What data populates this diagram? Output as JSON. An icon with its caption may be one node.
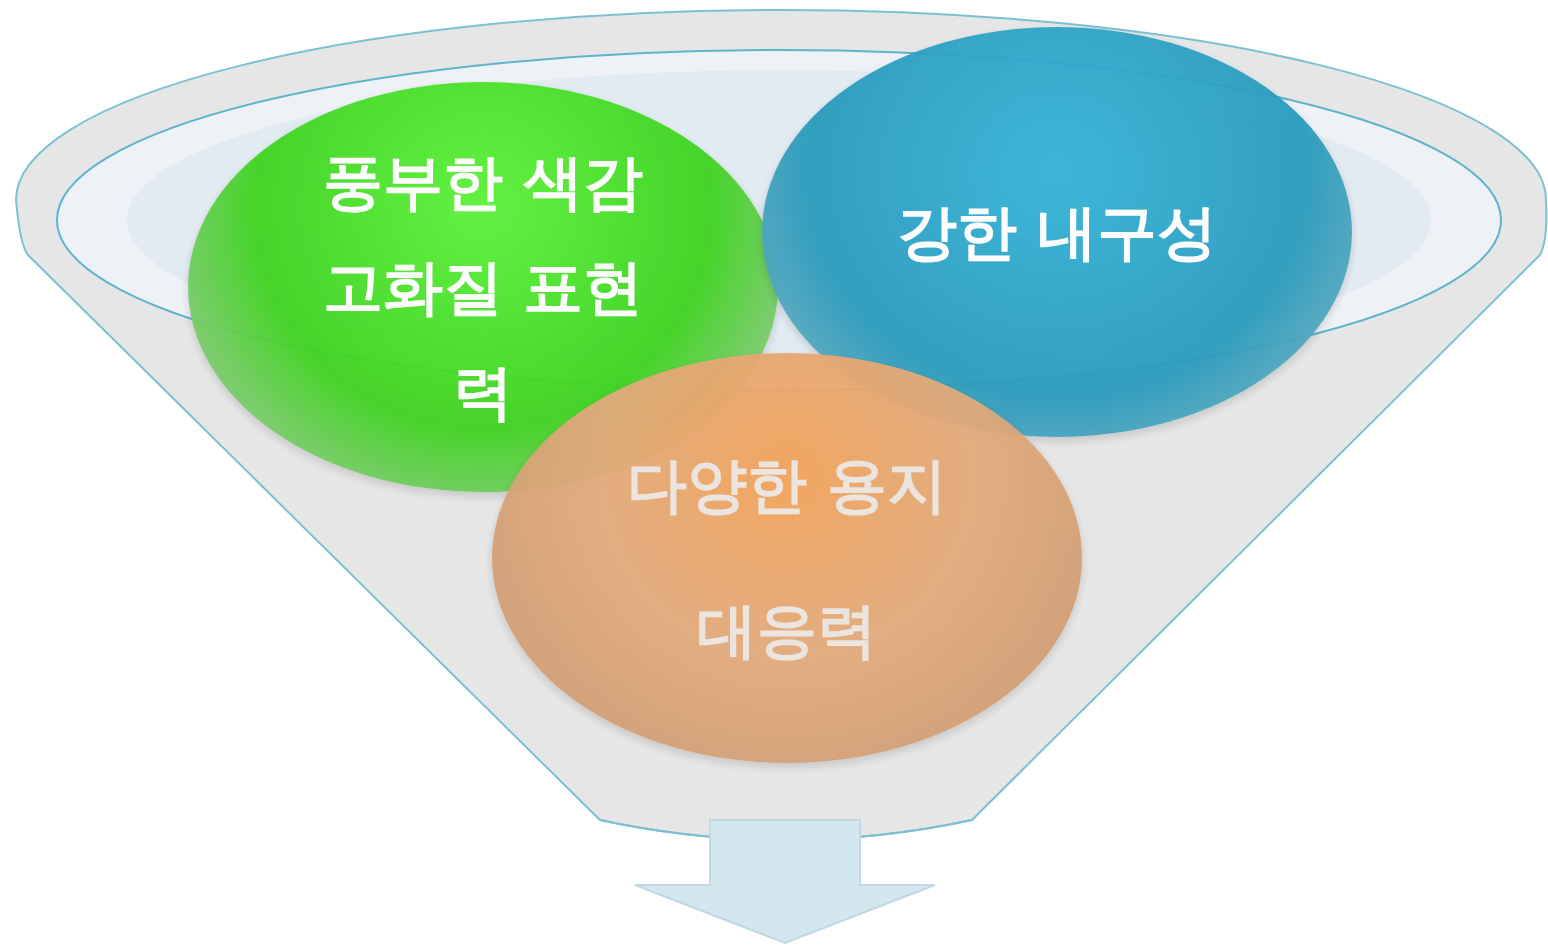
{
  "diagram": {
    "nodes": [
      {
        "text": [
          "풍부한 색감 고화질 표현력"
        ]
      },
      {
        "text": [
          "강한 내구성"
        ]
      },
      {
        "text": [
          "다양한 용지 대응력"
        ]
      }
    ]
  }
}
